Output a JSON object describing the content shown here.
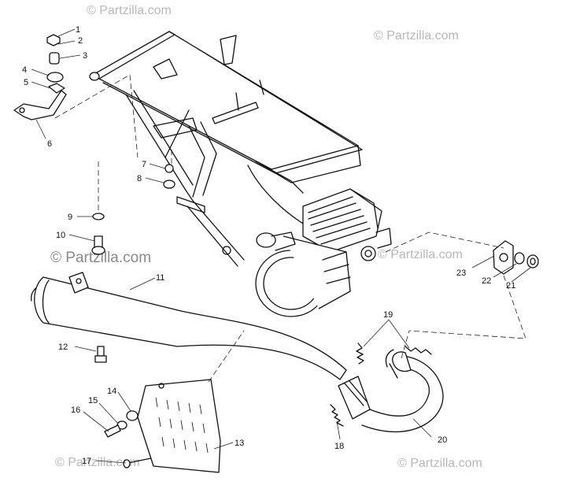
{
  "watermark": {
    "text": "© Partzilla.com",
    "overlay_text": "© Partzilla.com"
  },
  "callouts": {
    "c1": "1",
    "c2": "2",
    "c3": "3",
    "c4": "4",
    "c5": "5",
    "c6": "6",
    "c7": "7",
    "c8": "8",
    "c9": "9",
    "c10": "10",
    "c11": "11",
    "c12": "12",
    "c13": "13",
    "c14": "14",
    "c15": "15",
    "c16": "16",
    "c17": "17",
    "c18": "18",
    "c19": "19",
    "c20": "20",
    "c21": "21",
    "c22": "22",
    "c23": "23"
  },
  "colors": {
    "line": "#111111",
    "watermark": "#b8b8b8"
  }
}
